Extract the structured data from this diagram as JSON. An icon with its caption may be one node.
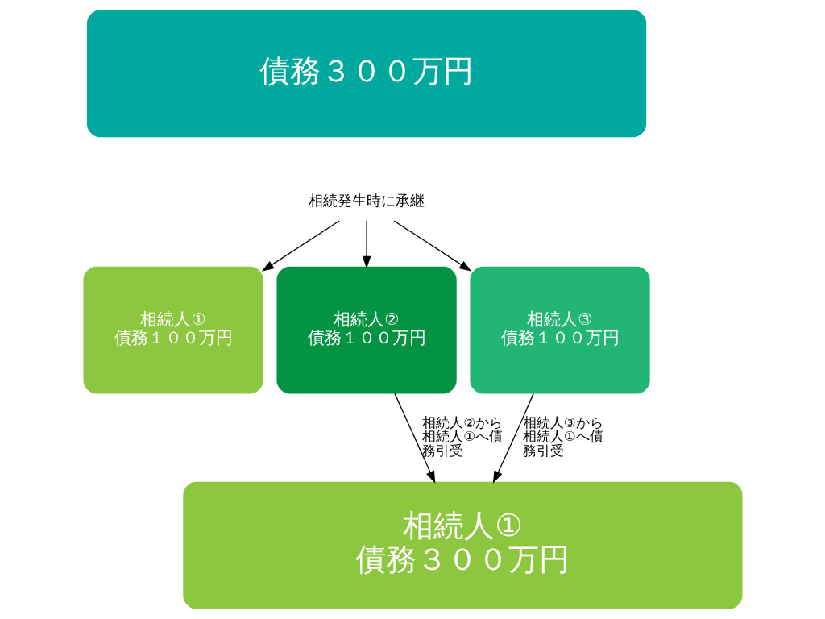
{
  "diagram": {
    "nodes": [
      {
        "text": [
          "債務３００万円"
        ]
      },
      {
        "text": [
          "相続発生時に承継"
        ]
      },
      {
        "text": [
          "相続人①",
          "債務１００万円"
        ]
      },
      {
        "text": [
          "相続人②",
          "債務１００万円"
        ]
      },
      {
        "text": [
          "相続人③",
          "債務１００万円"
        ]
      },
      {
        "text": [
          "相続人①",
          "債務３００万円"
        ]
      }
    ],
    "edges": [
      {
        "from": 1,
        "to": 2,
        "arrow": "to"
      },
      {
        "from": 1,
        "to": 3,
        "arrow": "to"
      },
      {
        "from": 1,
        "to": 4,
        "arrow": "to"
      },
      {
        "from": 3,
        "to": 5,
        "arrow": "to",
        "label": "相続人②から相続人①へ債務引受"
      },
      {
        "from": 4,
        "to": 5,
        "arrow": "to",
        "label": "相続人③から相続人①へ債務引受"
      }
    ]
  }
}
